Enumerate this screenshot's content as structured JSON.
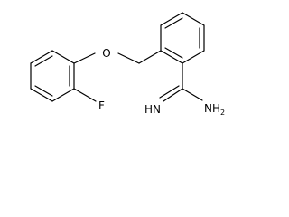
{
  "figure": {
    "kind": "chemical-structure",
    "atoms": {
      "oxygen": "O",
      "fluorine": "F",
      "imine_nitrogen": "HN",
      "amine_nitrogen": "NH",
      "amine_subscript": "2"
    },
    "colors": {
      "bond": "#000000",
      "text": "#000000",
      "background": "#ffffff"
    }
  }
}
